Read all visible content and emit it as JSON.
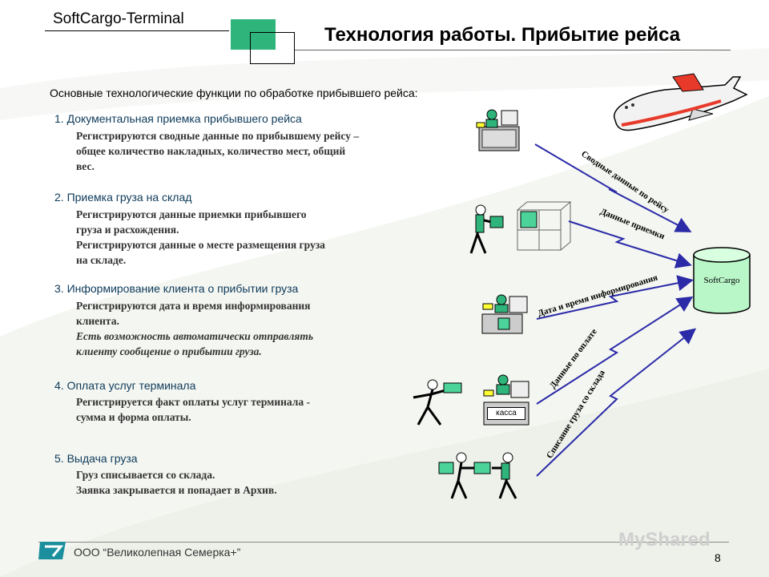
{
  "header": {
    "app_title": "SoftCargo-Terminal",
    "page_title": "Технология работы. Прибытие рейса"
  },
  "intro": "Основные технологические функции по обработке прибывшего рейса:",
  "steps": [
    {
      "title": "1. Документальная приемка прибывшего рейса",
      "lines": [
        "Регистрируются сводные данные по прибывшему рейсу –",
        "общее количество накладных, количество мест, общий",
        "вес."
      ]
    },
    {
      "title": "2. Приемка груза на склад",
      "lines": [
        "Регистрируются данные приемки прибывшего",
        "груза и расхождения.",
        "Регистрируются данные о месте размещения груза",
        "на складе."
      ]
    },
    {
      "title": "3. Информирование клиента о прибытии груза",
      "lines": [
        "Регистрируются дата и время информирования",
        "клиента."
      ],
      "italic_lines": [
        "Есть возможность автоматически отправлять",
        "клиенту сообщение о прибытии груза."
      ]
    },
    {
      "title": "4. Оплата услуг терминала",
      "lines": [
        "Регистрируется факт оплаты услуг терминала -",
        "сумма и форма оплаты."
      ]
    },
    {
      "title": "5. Выдача груза",
      "lines": [
        "Груз списывается со склада.",
        "Заявка закрывается и попадает в Архив."
      ]
    }
  ],
  "diagram": {
    "database_label": "SoftCargo",
    "cash_desk_label": "касса",
    "arrows": [
      {
        "label": "Сводные данные по рейсу"
      },
      {
        "label": "Данные приемки"
      },
      {
        "label": "Дата и время информирования"
      },
      {
        "label": "Данные по оплате"
      },
      {
        "label": "Списание груза со склада"
      }
    ]
  },
  "footer": {
    "company": "ООО “Великолепная Семерка+”",
    "page_number": "8"
  },
  "watermark": "MyShared",
  "colors": {
    "accent_green": "#2fb57b",
    "arrow_blue": "#2b2ba8",
    "step_title": "#0d3a5a"
  }
}
